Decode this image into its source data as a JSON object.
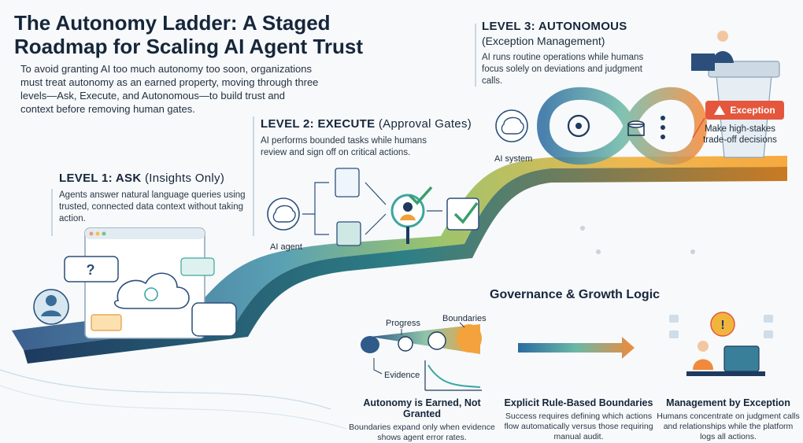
{
  "title": "The Autonomy Ladder: A Staged Roadmap for Scaling AI Agent Trust",
  "intro": "To avoid granting AI too much autonomy too soon, organizations must treat autonomy as an earned property, moving through three levels—Ask, Execute, and Autonomous—to build trust and context before removing human gates.",
  "level1": {
    "heading": "LEVEL 1: ASK",
    "sub": "(Insights Only)",
    "description": "Agents answer natural language queries using trusted, connected data context without taking action."
  },
  "level2": {
    "heading": "LEVEL 2: EXECUTE",
    "sub": "(Approval Gates)",
    "description": "AI performs bounded tasks while humans review and sign off on critical actions.",
    "agent_label": "AI agent"
  },
  "level3": {
    "heading": "LEVEL 3: AUTONOMOUS",
    "sub": "(Exception Management)",
    "description": "AI runs routine operations while humans focus solely on deviations and judgment calls.",
    "system_label": "AI system",
    "exception_label": "Exception",
    "exception_text": "Make high-stakes trade-off decisions"
  },
  "governance": {
    "title": "Governance & Growth Logic",
    "labels": {
      "progress": "Progress",
      "boundaries": "Boundaries",
      "evidence": "Evidence"
    },
    "columns": [
      {
        "heading": "Autonomy is Earned, Not Granted",
        "text": "Boundaries expand only when evidence shows agent error rates."
      },
      {
        "heading": "Explicit Rule-Based Boundaries",
        "text": "Success requires defining which actions flow automatically versus those requiring manual audit."
      },
      {
        "heading": "Management by Exception",
        "text": "Humans concentrate on judgment calls and relationships while the platform logs all actions."
      }
    ]
  },
  "colors": {
    "step_blue": "#2b4f7a",
    "step_teal": "#3aa6a0",
    "step_orange": "#f0a23a",
    "accent_red": "#e4573d",
    "accent_green": "#3a9d6a"
  },
  "icons": [
    "brain-icon",
    "chat-bubble-icon",
    "cloud-network-icon",
    "document-icon",
    "checkmark-icon",
    "magnifier-person-icon",
    "gear-icon",
    "database-icon",
    "warning-icon",
    "person-icon"
  ]
}
